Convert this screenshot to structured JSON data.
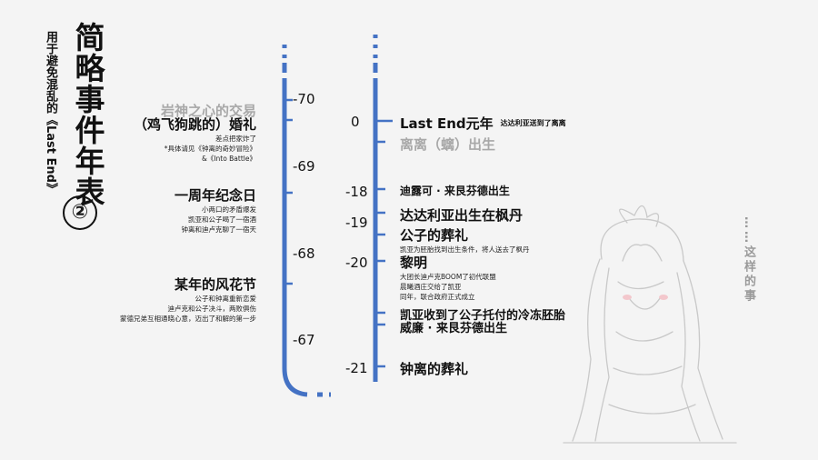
{
  "title": {
    "main": "简略事件年表",
    "number": "②",
    "subtitle": "用于避免混乱的《Last End》"
  },
  "colors": {
    "timeline": "#4472c4",
    "text": "#1a1a1a",
    "faded": "#a8a8a8"
  },
  "left_axis": {
    "years": [
      "-70",
      "-69",
      "-68",
      "-67"
    ],
    "events": [
      {
        "title": "岩神之心的交易",
        "faded": true,
        "notes": []
      },
      {
        "title": "（鸡飞狗跳的）婚礼",
        "faded": false,
        "notes": [
          "差点把家炸了",
          "*具体请见《钟离的奇妙冒险》",
          "&《Into Battle》"
        ]
      },
      {
        "title": "一周年纪念日",
        "faded": false,
        "notes": [
          "小两口的矛盾爆发",
          "凯亚和公子喝了一宿酒",
          "钟离和迪卢克聊了一宿天"
        ]
      },
      {
        "title": "某年的风花节",
        "faded": false,
        "notes": [
          "公子和钟离重新恋爱",
          "迪卢克和公子决斗，两败俱伤",
          "蒙德兄弟互相通晓心意，迈出了和解的第一步"
        ]
      }
    ]
  },
  "right_axis": {
    "years": [
      "0",
      "-18",
      "-19",
      "-20",
      "-21"
    ],
    "events": [
      {
        "title": "Last End元年",
        "faded": false,
        "inline_note": "达达利亚送到了离离",
        "notes": []
      },
      {
        "title": "离离（螭）出生",
        "faded": true,
        "notes": []
      },
      {
        "title": "迪露可 · 来艮芬德出生",
        "faded": false,
        "notes": []
      },
      {
        "title": "达达利亚出生在枫丹",
        "faded": false,
        "notes": []
      },
      {
        "title": "公子的葬礼",
        "faded": false,
        "notes": [
          "凯亚为胚胎找到出生条件，将人送去了枫丹"
        ]
      },
      {
        "title": "黎明",
        "faded": false,
        "notes": [
          "大团长迪卢克BOOM了初代联盟",
          "晨曦酒庄交给了凯亚",
          "同年，联合政府正式成立"
        ]
      },
      {
        "title": "凯亚收到了公子托付的冷冻胚胎",
        "faded": false,
        "notes": []
      },
      {
        "title": "威廉 · 来艮芬德出生",
        "faded": false,
        "notes": []
      },
      {
        "title": "钟离的葬礼",
        "faded": false,
        "notes": []
      }
    ]
  },
  "side_text": "……这样的事"
}
